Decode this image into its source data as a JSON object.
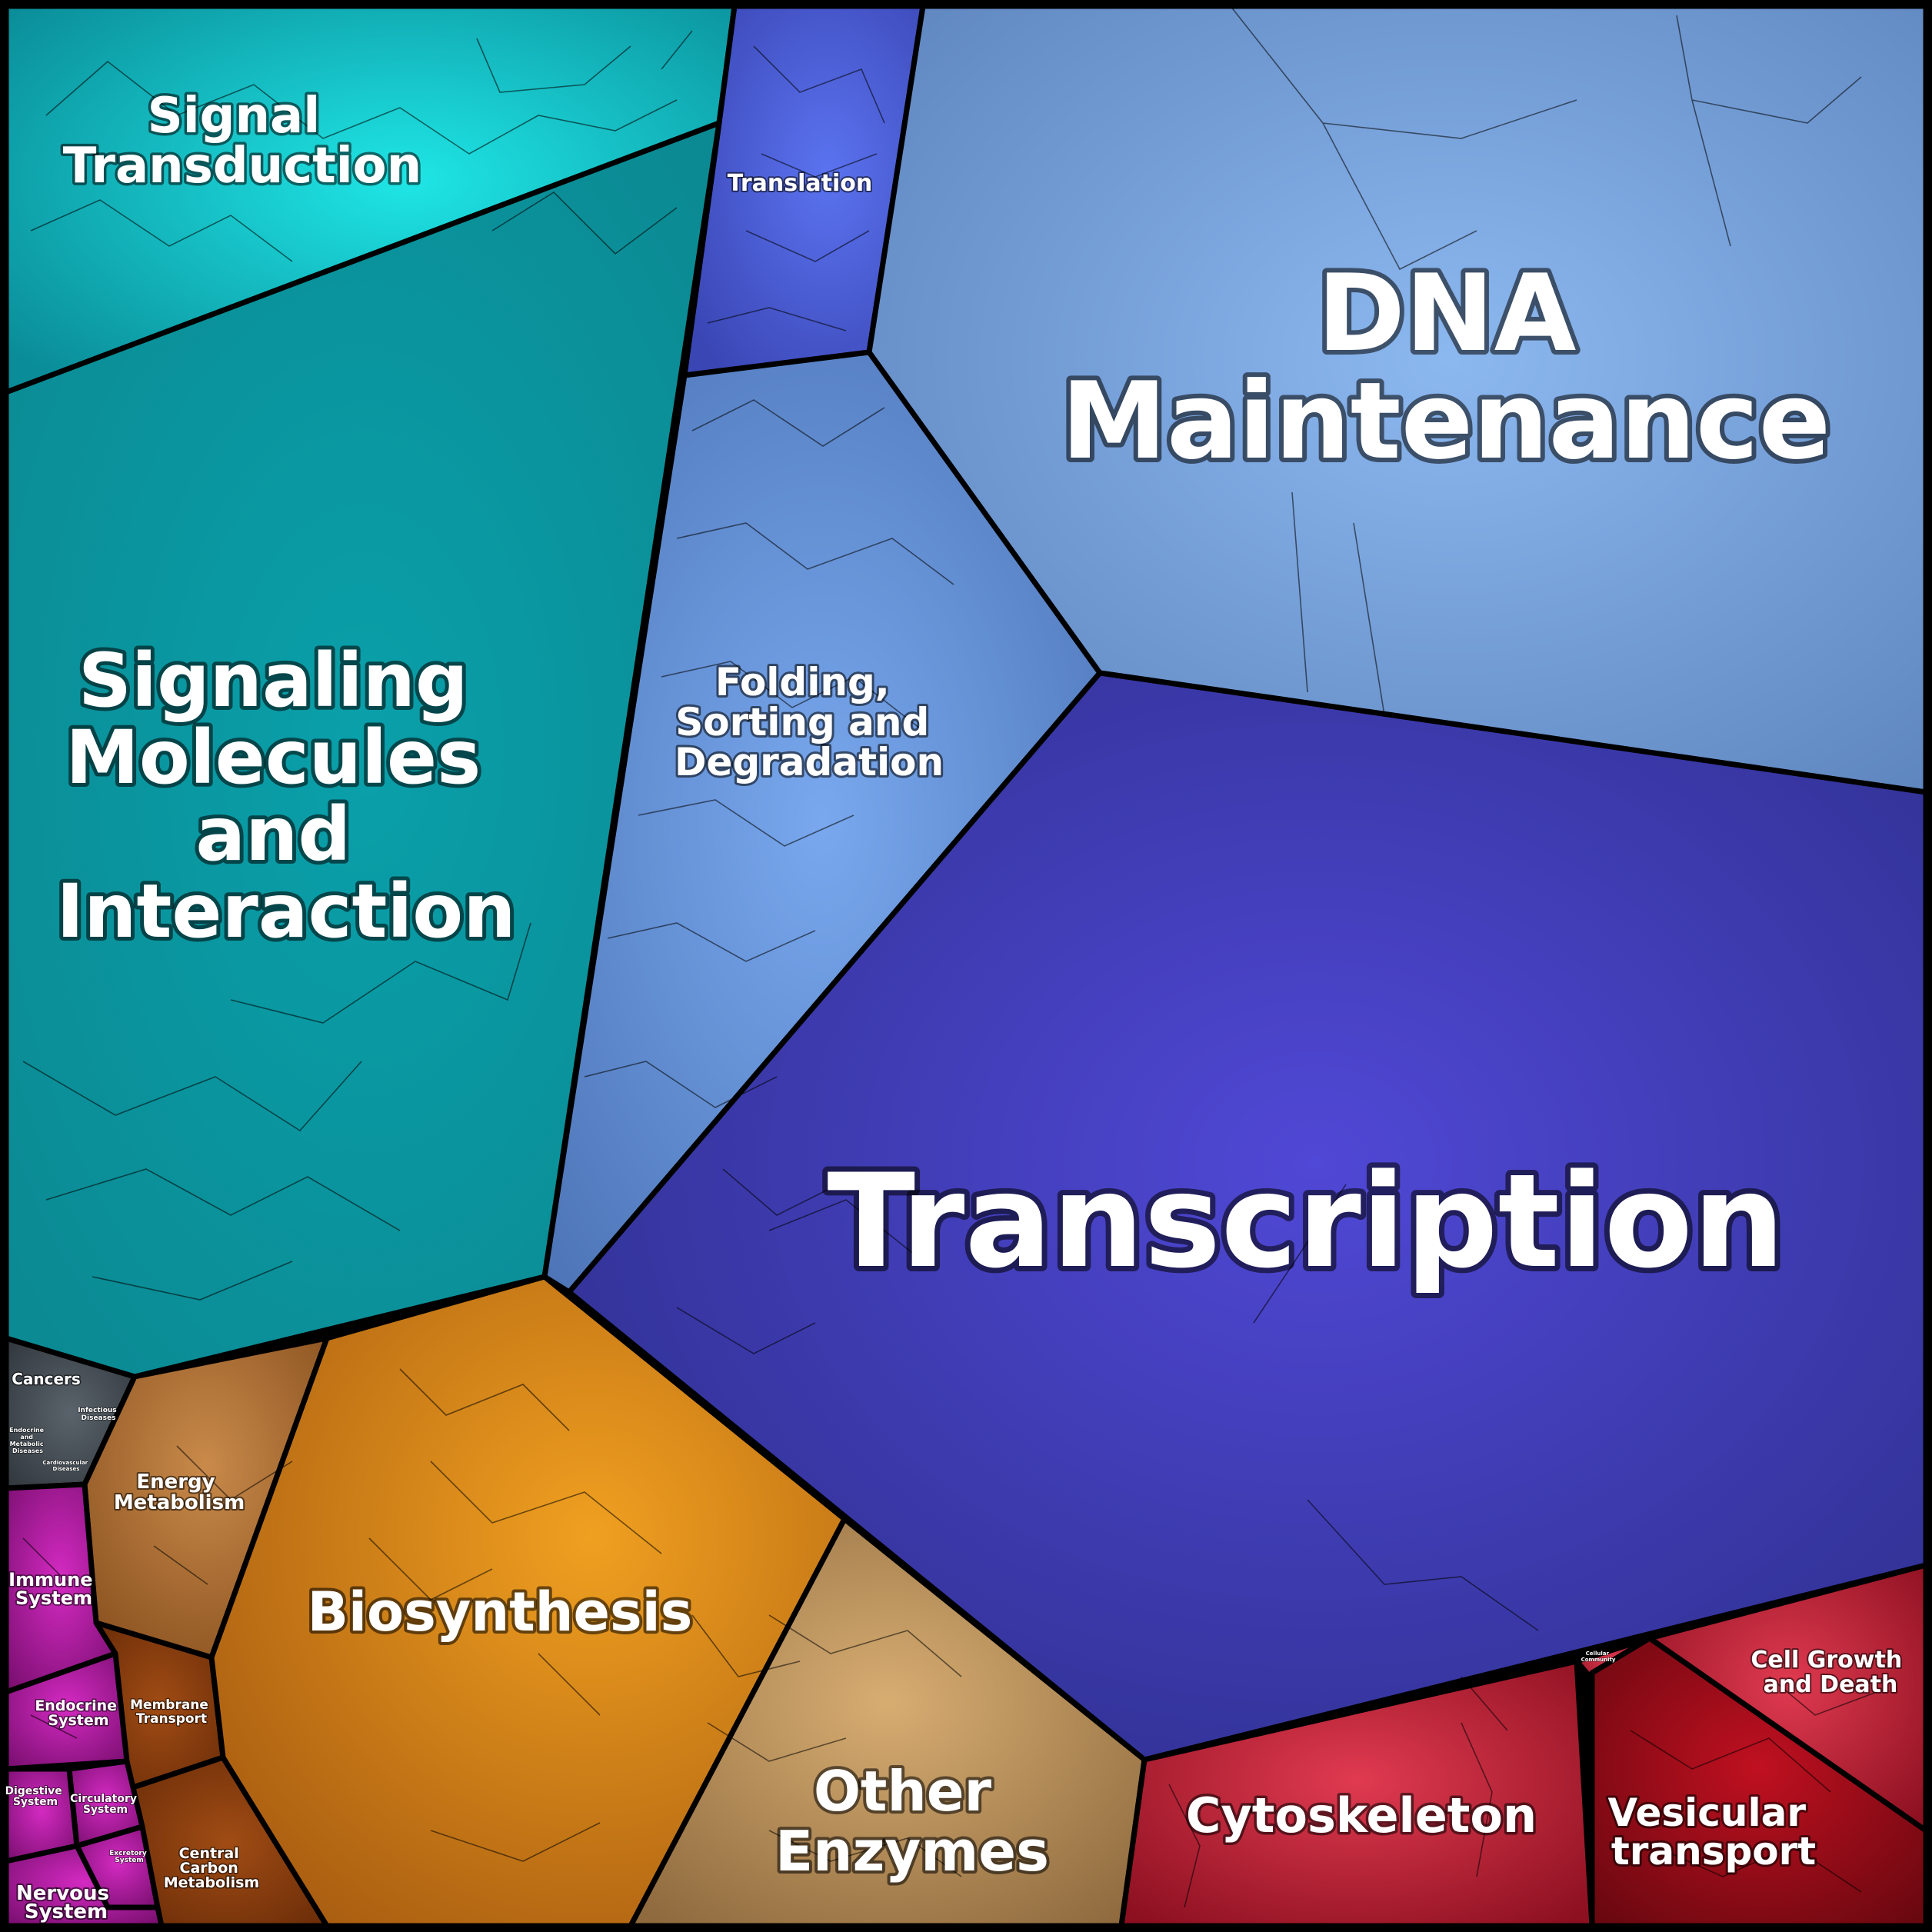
{
  "chart_data": {
    "type": "voronoi-treemap",
    "cells": [
      {
        "name": "Signal Transduction",
        "color": "#10a8b4"
      },
      {
        "name": "Signaling Molecules and Interaction",
        "color": "#0d8f98"
      },
      {
        "name": "Translation",
        "color": "#4d5fd6"
      },
      {
        "name": "DNA Maintenance",
        "color": "#6d95cf"
      },
      {
        "name": "Folding, Sorting and Degradation",
        "color": "#5f8ed6"
      },
      {
        "name": "Transcription",
        "color": "#3b3aae"
      },
      {
        "name": "Cancers",
        "color": "#3b4248"
      },
      {
        "name": "Infectious Diseases",
        "color": "#4a5258"
      },
      {
        "name": "Endocrine and Metabolic Diseases",
        "color": "#505860"
      },
      {
        "name": "Cardiovascular Diseases",
        "color": "#454d55"
      },
      {
        "name": "Energy Metabolism",
        "color": "#b06a2c"
      },
      {
        "name": "Membrane Transport",
        "color": "#8a3e10"
      },
      {
        "name": "Central Carbon Metabolism",
        "color": "#9c4a18"
      },
      {
        "name": "Biosynthesis",
        "color": "#cf7d18"
      },
      {
        "name": "Other Enzymes",
        "color": "#b98f5a"
      },
      {
        "name": "Immune System",
        "color": "#b21aa6"
      },
      {
        "name": "Endocrine System",
        "color": "#c2249c"
      },
      {
        "name": "Digestive System",
        "color": "#a11470"
      },
      {
        "name": "Circulatory System",
        "color": "#a8185e"
      },
      {
        "name": "Excretory System",
        "color": "#8e1250"
      },
      {
        "name": "Nervous System",
        "color": "#921a8c"
      },
      {
        "name": "Cytoskeleton",
        "color": "#c42238"
      },
      {
        "name": "Cellular Community",
        "color": "#c43a44"
      },
      {
        "name": "Vesicular transport",
        "color": "#9e0a16"
      },
      {
        "name": "Cell Growth and Death",
        "color": "#c82838"
      }
    ]
  },
  "labels": {
    "signal_transduction": [
      "Signal",
      "Transduction"
    ],
    "signaling_molecules": [
      "Signaling",
      "Molecules",
      "and",
      "Interaction"
    ],
    "translation": "Translation",
    "dna_maintenance": [
      "DNA",
      "Maintenance"
    ],
    "folding": [
      "Folding,",
      "Sorting and",
      "Degradation"
    ],
    "transcription": "Transcription",
    "cancers": "Cancers",
    "infectious": [
      "Infectious",
      "Diseases"
    ],
    "endocrine_metabolic": [
      "Endocrine",
      "and",
      "Metabolic",
      "Diseases"
    ],
    "cardiovascular": [
      "Cardiovascular",
      "Diseases"
    ],
    "energy": [
      "Energy",
      "Metabolism"
    ],
    "membrane": [
      "Membrane",
      "Transport"
    ],
    "central_carbon": [
      "Central",
      "Carbon",
      "Metabolism"
    ],
    "biosynthesis": "Biosynthesis",
    "other_enzymes": [
      "Other",
      "Enzymes"
    ],
    "immune": [
      "Immune",
      "System"
    ],
    "endocrine_system": [
      "Endocrine",
      "System"
    ],
    "digestive": [
      "Digestive",
      "System"
    ],
    "circulatory": [
      "Circulatory",
      "System"
    ],
    "excretory": [
      "Excretory",
      "System"
    ],
    "nervous": [
      "Nervous",
      "System"
    ],
    "cytoskeleton": "Cytoskeleton",
    "cellular_community": [
      "Cellular",
      "Community"
    ],
    "vesicular": [
      "Vesicular",
      "transport"
    ],
    "cell_growth": [
      "Cell Growth",
      "and Death"
    ]
  }
}
